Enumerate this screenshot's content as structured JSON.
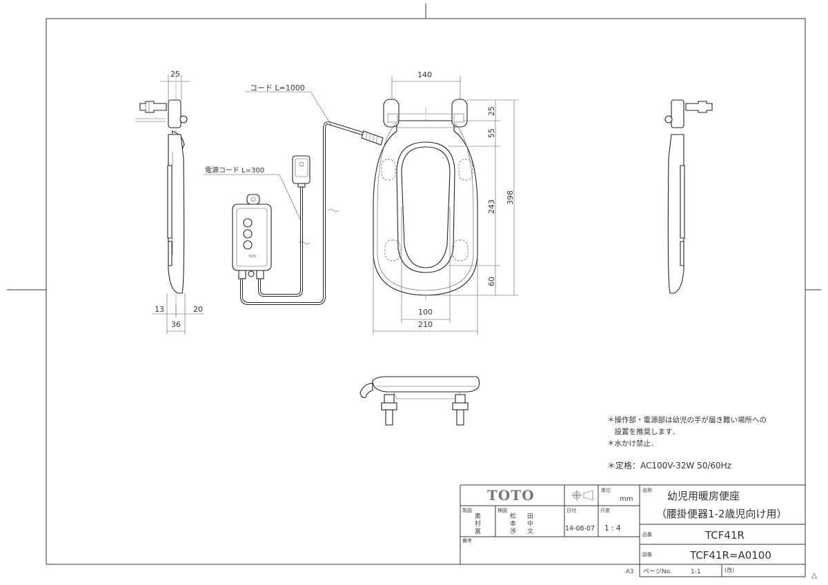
{
  "dimensions": {
    "side_width": "25",
    "side_left_offset": "13",
    "side_right_offset": "20",
    "side_total": "36",
    "hinge_span": "140",
    "hinge_depth": "25",
    "front_gap": "55",
    "opening_length": "243",
    "rear_rim": "60",
    "total_length": "398",
    "opening_width": "100",
    "total_width": "210"
  },
  "labels": {
    "cord": "コード L=1000",
    "power_cord": "電源コード L=300"
  },
  "notes": [
    "＊操作部・電源部は幼児の手が届き難い場所への",
    "　設置を推奨します．",
    "＊水かけ禁止．",
    "＊定格：AC100V-32W 50/60Hz"
  ],
  "title_block": {
    "logo": "TOTO",
    "unit_label": "単位",
    "unit": "mm",
    "name_label": "名称",
    "name_line1": "幼児用暖房便座",
    "name_line2": "（腰掛便器1-2歳児向け用）",
    "drawn_label": "製図",
    "drawn_by": [
      "奥",
      "村",
      "富"
    ],
    "checked_label": "検図",
    "checked_by_1": [
      "松",
      "本",
      "渉"
    ],
    "checked_by_2": [
      "田",
      "中",
      "文"
    ],
    "date_label": "日付",
    "date": "14-08-07",
    "scale_label": "尺度",
    "scale": "1 : 4",
    "remarks_label": "備考",
    "part_no_label": "品番",
    "part_no": "TCF41R",
    "drawing_no_label": "図番",
    "drawing_no": "TCF41R=A0100",
    "sheet_size": "A3",
    "page_label": "ページNo.",
    "page": "1-1",
    "revision_label": "(改)",
    "revision_mark": "△"
  },
  "colors": {
    "line": "#333333",
    "background": "#ffffff"
  }
}
